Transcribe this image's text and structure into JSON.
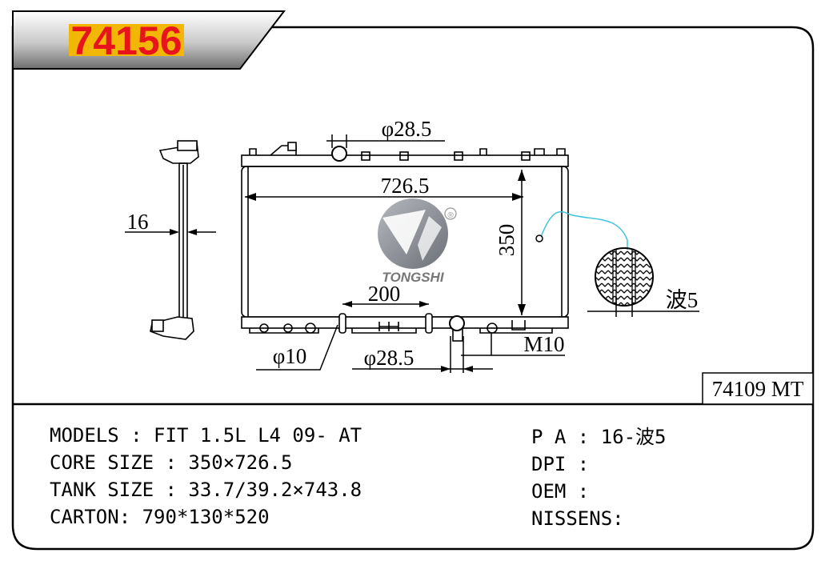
{
  "header": {
    "part_number": "74156",
    "highlight_color": "#f2b705",
    "number_color": "#e8141c"
  },
  "drawing": {
    "brand_logo_text": "TONGSHI",
    "registered_mark": "®",
    "labels": {
      "inlet_diameter_top": "φ28.5",
      "core_width": "726.5",
      "core_height": "350",
      "thickness": "16",
      "pitch_spacing": "200",
      "fitting_diameter": "φ10",
      "outlet_diameter_bottom": "φ28.5",
      "drain_thread": "M10",
      "fin_type": "波5"
    },
    "reference_code": "74109 MT"
  },
  "specs": {
    "left": [
      "MODELS : FIT 1.5L L4 09- AT",
      "CORE SIZE : 350×726.5",
      "TANK SIZE : 33.7/39.2×743.8",
      "CARTON: 790*130*520"
    ],
    "right": [
      "P A : 16-波5",
      "DPI :",
      "OEM :",
      "NISSENS:"
    ]
  }
}
